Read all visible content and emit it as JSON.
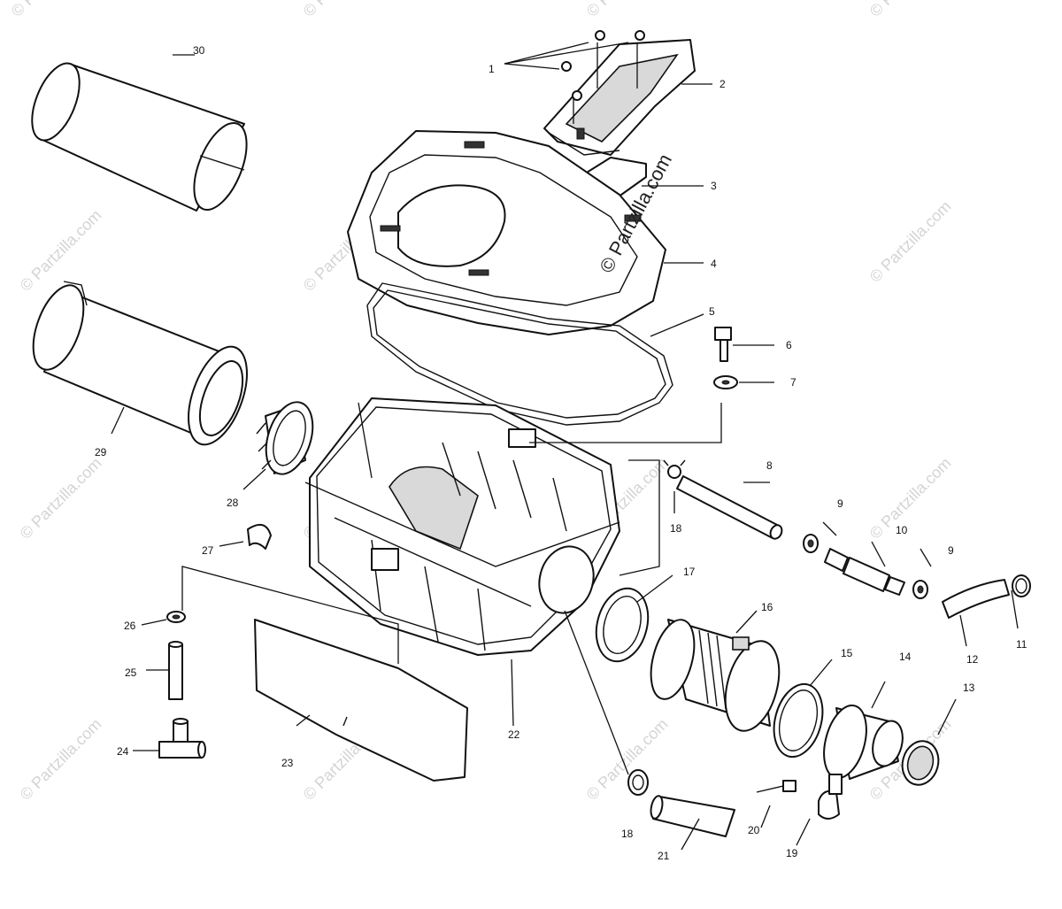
{
  "watermark": {
    "repeat_text": "© Partzilla.com",
    "center_text": "© Partzilla.com"
  },
  "callouts": {
    "c1": "1",
    "c2": "2",
    "c3": "3",
    "c4": "4",
    "c5": "5",
    "c6": "6",
    "c7": "7",
    "c8": "8",
    "c9a": "9",
    "c9b": "9",
    "c10": "10",
    "c11": "11",
    "c12": "12",
    "c13": "13",
    "c14": "14",
    "c15": "15",
    "c16": "16",
    "c17": "17",
    "c18a": "18",
    "c18b": "18",
    "c19": "19",
    "c20": "20",
    "c21": "21",
    "c22": "22",
    "c23": "23",
    "c24": "24",
    "c25": "25",
    "c26": "26",
    "c27": "27",
    "c28": "28",
    "c29": "29",
    "c30": "30"
  }
}
